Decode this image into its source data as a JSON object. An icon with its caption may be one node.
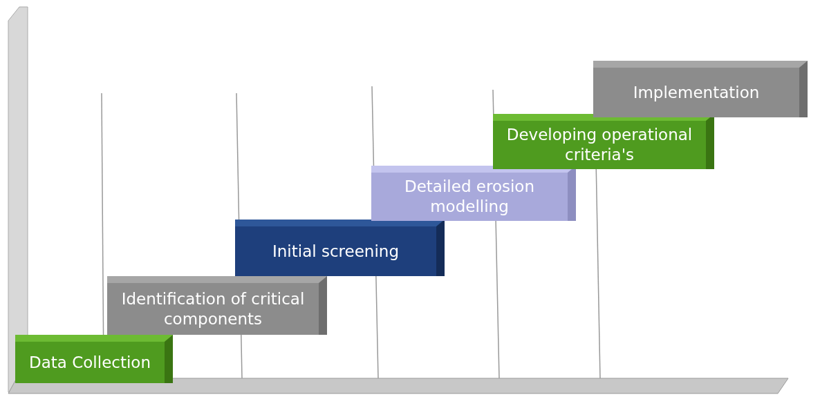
{
  "diagram": {
    "nodes": [
      {
        "text": [
          "Data Collection"
        ]
      },
      {
        "text": [
          "Identification of critical components"
        ]
      },
      {
        "text": [
          "Initial screening"
        ]
      },
      {
        "text": [
          "Detailed erosion modelling"
        ]
      },
      {
        "text": [
          "Developing operational criteria's"
        ]
      },
      {
        "text": [
          "Implementation"
        ]
      }
    ]
  }
}
